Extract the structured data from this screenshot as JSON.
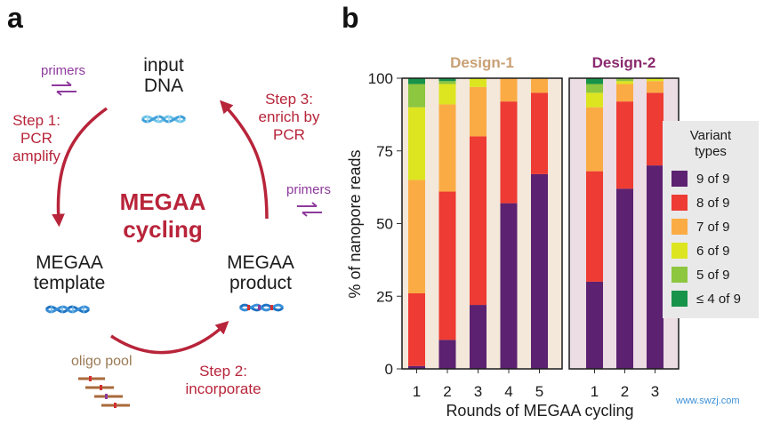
{
  "panel_a": {
    "letter": "a",
    "input_dna": [
      "input",
      "DNA"
    ],
    "megaa_template": [
      "MEGAA",
      "template"
    ],
    "megaa_product": [
      "MEGAA",
      "product"
    ],
    "center_title": [
      "MEGAA",
      "cycling"
    ],
    "step1": [
      "Step 1:",
      "PCR",
      "amplify"
    ],
    "step2": [
      "Step 2:",
      "incorporate"
    ],
    "step3": [
      "Step 3:",
      "enrich by",
      "PCR"
    ],
    "primers_left": "primers",
    "primers_right": "primers",
    "oligo_pool": "oligo pool",
    "colors": {
      "red": "#b8243a",
      "purple": "#8e3a9d",
      "dna_light": "#6cc3e8",
      "dna_dark": "#1f73c2"
    },
    "icons": [
      "dna-helix-icon",
      "primer-arrows-icon",
      "oligo-strands-icon"
    ]
  },
  "panel_b": {
    "letter": "b",
    "legend_title": [
      "Variant",
      "types"
    ],
    "watermark": "www.swzj.com",
    "chart_data": {
      "type": "bar",
      "stacked": true,
      "ylabel": "% of nanopore reads",
      "xlabel": "Rounds of MEGAA cycling",
      "ylim": [
        0,
        100
      ],
      "yticks": [
        0,
        25,
        50,
        75,
        100
      ],
      "facets": [
        {
          "title": "Design-1",
          "title_color": "#c9a074",
          "background": "#f3e8da",
          "categories": [
            "1",
            "2",
            "3",
            "4",
            "5"
          ],
          "series": [
            {
              "name": "9 of 9",
              "values": [
                1,
                10,
                22,
                57,
                67
              ]
            },
            {
              "name": "8 of 9",
              "values": [
                25,
                51,
                58,
                35,
                28
              ]
            },
            {
              "name": "7 of 9",
              "values": [
                39,
                30,
                17,
                8,
                5
              ]
            },
            {
              "name": "6 of 9",
              "values": [
                25,
                7,
                3,
                0,
                0
              ]
            },
            {
              "name": "5 of 9",
              "values": [
                8,
                1,
                0,
                0,
                0
              ]
            },
            {
              "name": "≤ 4 of 9",
              "values": [
                2,
                1,
                0,
                0,
                0
              ]
            }
          ]
        },
        {
          "title": "Design-2",
          "title_color": "#8a2a6e",
          "background": "#ecdde4",
          "categories": [
            "1",
            "2",
            "3"
          ],
          "series": [
            {
              "name": "9 of 9",
              "values": [
                30,
                62,
                70
              ]
            },
            {
              "name": "8 of 9",
              "values": [
                38,
                30,
                25
              ]
            },
            {
              "name": "7 of 9",
              "values": [
                22,
                6,
                4
              ]
            },
            {
              "name": "6 of 9",
              "values": [
                5,
                1,
                1
              ]
            },
            {
              "name": "5 of 9",
              "values": [
                3,
                1,
                0
              ]
            },
            {
              "name": "≤ 4 of 9",
              "values": [
                2,
                0,
                0
              ]
            }
          ]
        }
      ],
      "legend": [
        "9 of 9",
        "8 of 9",
        "7 of 9",
        "6 of 9",
        "5 of 9",
        "≤ 4 of 9"
      ],
      "legend_placement": "right",
      "colors": [
        "#5c2170",
        "#ee3b33",
        "#fbab44",
        "#dde521",
        "#8dc63f",
        "#17934a"
      ]
    }
  }
}
